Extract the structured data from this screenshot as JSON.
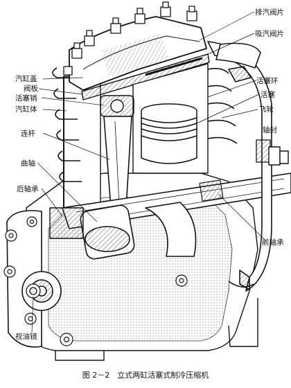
{
  "figure": {
    "caption": "图 2－2　立式两缸活塞式制冷压缩机"
  },
  "labels": {
    "exhaust_valve": "排汽阀片",
    "suction_valve": "吸汽阀片",
    "cylinder_cover": "汽缸盖",
    "valve_plate": "阀板",
    "piston_pin": "活塞销",
    "cylinder_block": "汽缸体",
    "piston_ring": "活塞环",
    "piston": "活塞",
    "flywheel": "飞轮",
    "connecting_rod": "连杆",
    "shaft_seal": "轴封",
    "crankshaft": "曲轴",
    "rear_bearing": "后轴承",
    "front_bearing": "前轴承",
    "sight_glass": "视油镜"
  },
  "colors": {
    "ink": "#111111",
    "paper": "#ffffff",
    "hatch": "#555555"
  }
}
